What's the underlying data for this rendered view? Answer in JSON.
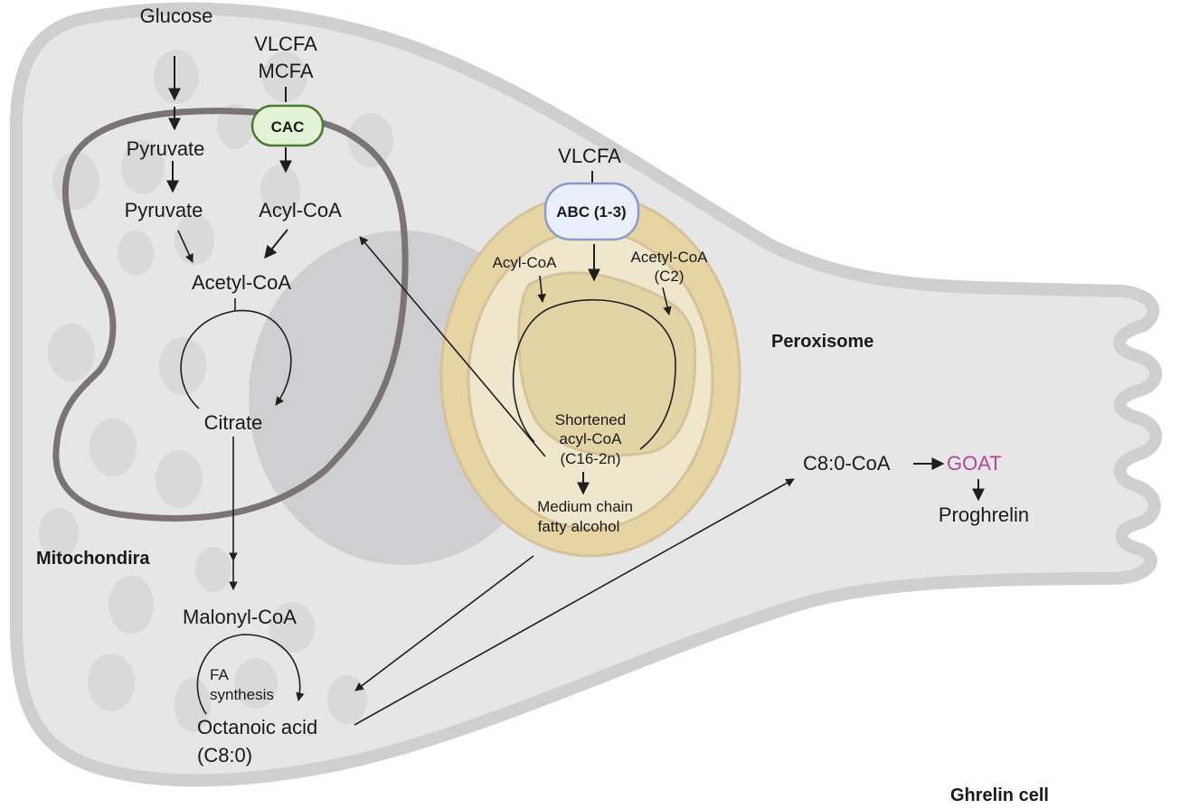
{
  "diagram": {
    "title": "Ghrelin cell",
    "colors": {
      "cell_fill": "#e6e6e6",
      "cell_membrane": "#cfcfcf",
      "vesicle": "#d9d9d9",
      "nucleus": "#cfcfd1",
      "mito_membrane": "#7a7474",
      "peroxisome_outer": "#e6d5a2",
      "peroxisome_ring": "#efe7cc",
      "peroxisome_core": "#e3d4a6",
      "peroxisome_edge": "#d6c29a",
      "cac_fill": "#e3f3d5",
      "cac_border": "#4d7a32",
      "abc_fill": "#eaf0fb",
      "abc_border": "#8a9ccf",
      "goat_color": "#b0479b",
      "arrow": "#1f1f1f"
    },
    "compartments": {
      "mitochondria": "Mitochondira",
      "peroxisome": "Peroxisome",
      "cell": "Ghrelin cell"
    },
    "transporters": {
      "cac": "CAC",
      "abc": "ABC (1-3)"
    },
    "mito_pathway": {
      "glucose": "Glucose",
      "vlcfa": "VLCFA",
      "mcfa": "MCFA",
      "pyruvate_cyto": "Pyruvate",
      "pyruvate_mito": "Pyruvate",
      "acyl_coa": "Acyl-CoA",
      "acetyl_coa": "Acetyl-CoA",
      "citrate": "Citrate"
    },
    "cytosol_pathway": {
      "malonyl_coa": "Malonyl-CoA",
      "fa_synthesis_line1": "FA",
      "fa_synthesis_line2": "synthesis",
      "octanoic_line1": "Octanoic acid",
      "octanoic_line2": "(C8:0)",
      "c8_coa": "C8:0-CoA",
      "goat": "GOAT",
      "proghrelin": "Proghrelin"
    },
    "peroxisome_pathway": {
      "vlcfa": "VLCFA",
      "acyl_coa": "Acyl-CoA",
      "acetyl_coa_line1": "Acetyl-CoA",
      "acetyl_coa_line2": "(C2)",
      "shortened_line1": "Shortened",
      "shortened_line2": "acyl-CoA",
      "shortened_line3": "(C16-2n)",
      "alcohol_line1": "Medium chain",
      "alcohol_line2": "fatty alcohol"
    }
  }
}
